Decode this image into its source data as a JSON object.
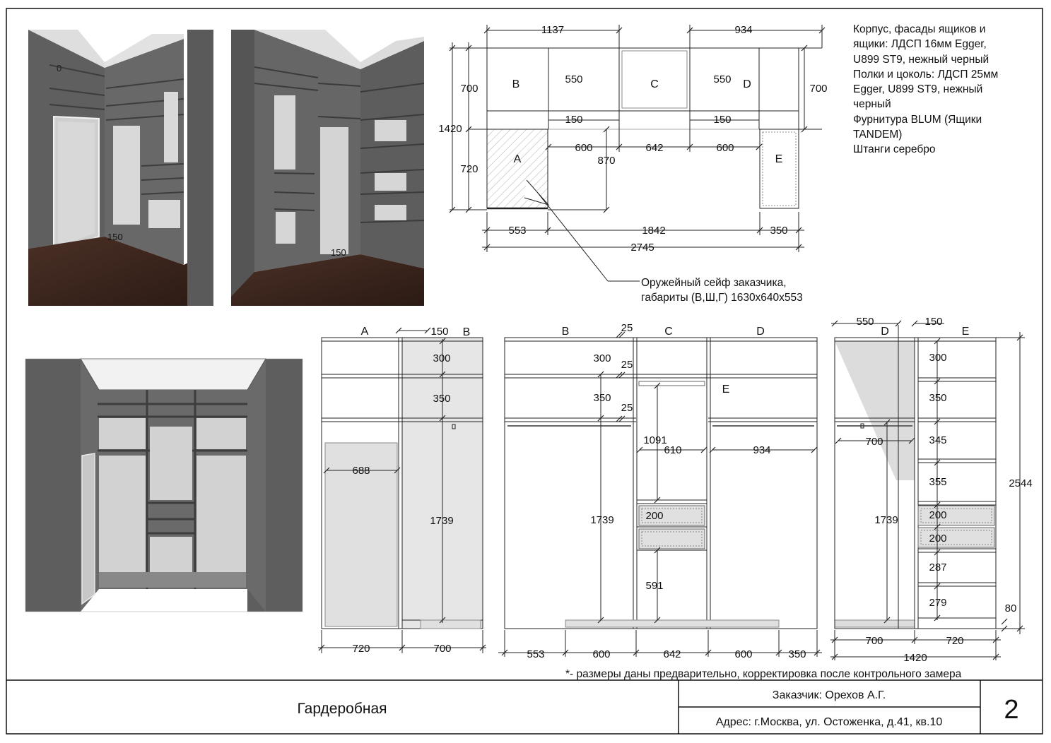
{
  "notes": [
    "Корпус, фасады ящиков и",
    "ящики: ЛДСП 16мм Egger,",
    "U899 ST9, нежный черный",
    "Полки и цоколь: ЛДСП 25мм",
    "Egger, U899 ST9, нежный",
    "черный",
    "Фурнитура BLUM (Ящики",
    "TANDEM)",
    "Штанги серебро"
  ],
  "plan": {
    "top_left": "1137",
    "top_right": "934",
    "h_left_top": "700",
    "h_total": "1420",
    "h_left_bottom": "720",
    "h_right": "700",
    "label_a": "A",
    "label_b": "B",
    "label_c": "C",
    "label_d": "D",
    "label_e": "E",
    "b_depth": "550",
    "d_depth": "550",
    "b_gap": "150",
    "d_gap": "150",
    "w_left": "600",
    "w_mid": "642",
    "w_right": "600",
    "depth_870": "870",
    "bottom_left": "553",
    "bottom_mid": "1842",
    "bottom_right": "350",
    "bottom_total": "2745",
    "safe_note_1": "Оружейный сейф заказчика,",
    "safe_note_2": "габариты (В,Ш,Г) 1630x640x553"
  },
  "persp": {
    "dim1": "150",
    "dim2": "150"
  },
  "elev1": {
    "label_a": "A",
    "label_b": "B",
    "gap": "150",
    "s300": "300",
    "s350": "350",
    "w688": "688",
    "h1739": "1739",
    "w720": "720",
    "w700": "700"
  },
  "elev2": {
    "label_b": "B",
    "label_c": "C",
    "label_d": "D",
    "label_e": "E",
    "d25a": "25",
    "d25b": "25",
    "d25c": "25",
    "s300": "300",
    "s350": "350",
    "h1091": "1091",
    "w610": "610",
    "w934": "934",
    "h1739": "1739",
    "d200": "200",
    "h591": "591",
    "b553": "553",
    "b600a": "600",
    "b642": "642",
    "b600b": "600",
    "b350": "350"
  },
  "elev3": {
    "label_d": "D",
    "label_e": "E",
    "w550": "550",
    "w150": "150",
    "s300": "300",
    "s350": "350",
    "s345": "345",
    "s355": "355",
    "d200a": "200",
    "d200b": "200",
    "s287": "287",
    "s279": "279",
    "w700": "700",
    "h1739": "1739",
    "h2544": "2544",
    "h80": "80",
    "b700": "700",
    "b720": "720",
    "b1420": "1420"
  },
  "footnote": "*- размеры даны предварительно, корректировка после контрольного замера",
  "titleblock": {
    "title": "Гардеробная",
    "customer": "Заказчик: Орехов А.Г.",
    "address": "Адрес: г.Москва, ул. Остоженка, д.41, кв.10",
    "sheet_number": "2"
  }
}
